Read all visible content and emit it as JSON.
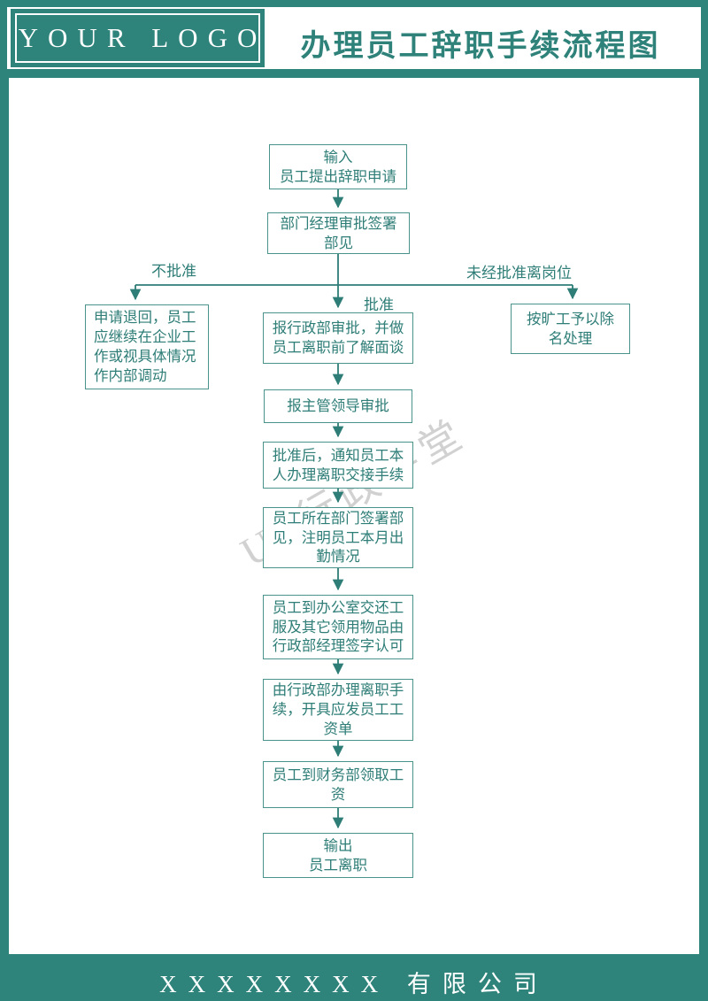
{
  "header": {
    "logo_text": "YOUR LOGO",
    "title": "办理员工辞职手续流程图"
  },
  "watermark": {
    "text": "UP行政学堂"
  },
  "flowchart": {
    "nodes": {
      "input": "输入\n员工提出辞职申请",
      "manager_review": "部门经理审批签署\n部见",
      "rejected": "申请退回，员工\n应继续在企业工\n作或视具体情况\n作内部调动",
      "admin_review": "报行政部审批，并做\n员工离职前了解面谈",
      "dismissal": "按旷工予以除\n名处理",
      "supervisor_review": "报主管领导审批",
      "notify_handover": "批准后，通知员工本\n人办理离职交接手续",
      "dept_sign_opinion": "员工所在部门签署部\n见，注明员工本月出\n勤情况",
      "return_items": "员工到办公室交还工\n服及其它领用物品由\n行政部经理签字认可",
      "admin_procedure": "由行政部办理离职手\n续，开具应发员工工\n资单",
      "finance_pay": "员工到财务部领取工\n资",
      "output": "输出\n员工离职"
    },
    "branch_labels": {
      "not_approved": "不批准",
      "approved": "批准",
      "left_without_approval": "未经批准离岗位"
    }
  },
  "footer": {
    "company": "XXXXXXXX 有限公司"
  },
  "colors": {
    "teal_background": "#2e837b",
    "line_teal": "#2e7d77",
    "box_border_teal": "#4a938b",
    "watermark_gray": "#9a9a9a"
  }
}
